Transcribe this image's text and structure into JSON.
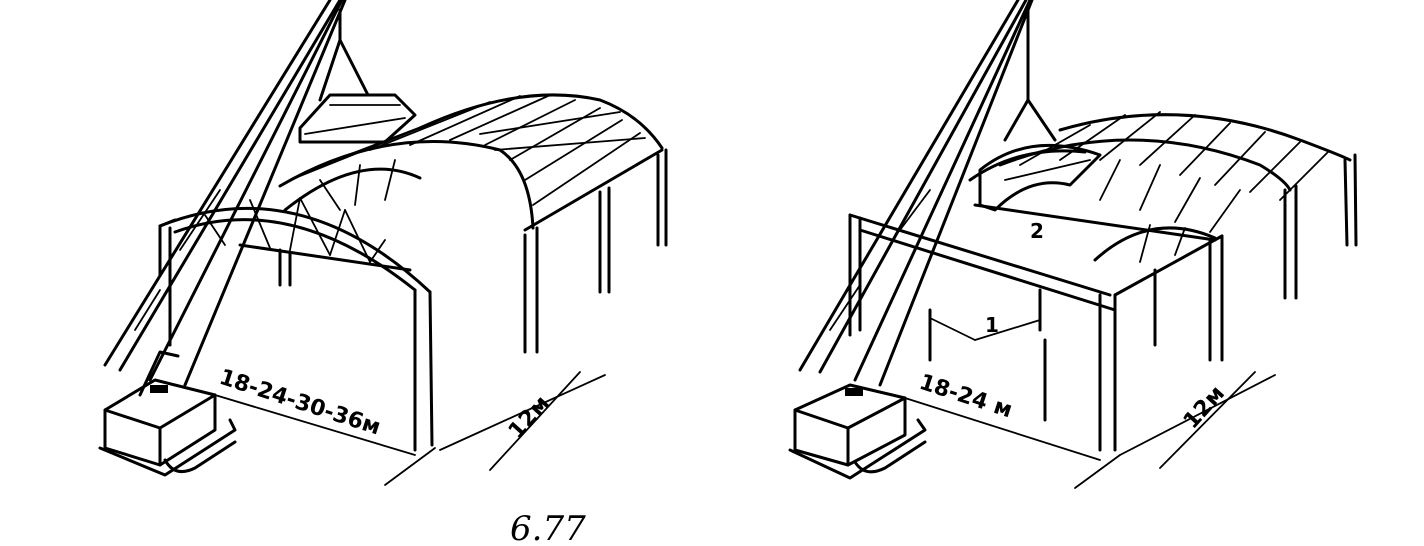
{
  "left_figure": {
    "span_label": "18-24-30-36м",
    "width_label": "12м"
  },
  "right_figure": {
    "span_label": "18-24 м",
    "width_label": "12м",
    "callout_1": "1",
    "callout_2": "2"
  },
  "figure_number": "6.77"
}
